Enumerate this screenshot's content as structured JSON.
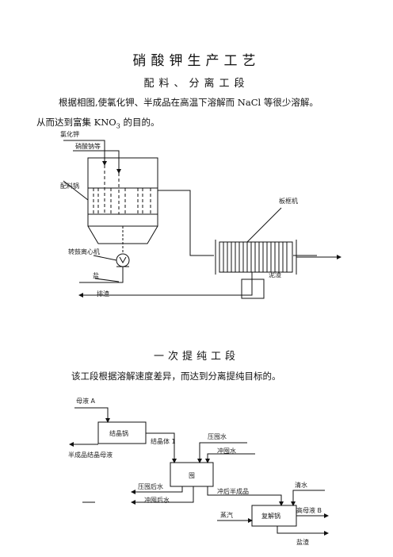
{
  "page": {
    "title": "硝酸钾生产工艺",
    "section1_title": "配料、分离工段",
    "section1_para_line1": "根据相图,使氯化钾、半成品在高温下溶解而 NaCl 等很少溶解。",
    "section1_para_line2_prefix": "从而达到富集 KNO",
    "section1_para_line2_sub": "3",
    "section1_para_line2_suffix": " 的目的。",
    "section2_title": "一次提纯工段",
    "section2_para": "该工段根据溶解速度差异，而达到分离提纯目标的。"
  },
  "diagram1": {
    "kcl": "氯化钾",
    "nitrate": "硝酸钠等",
    "mixing_tank": "配料锅",
    "filter_press": "板框机",
    "centrifuge": "转鼓离心机",
    "salt": "盐",
    "slag_out": "排渣",
    "mud": "泥渣"
  },
  "diagram2": {
    "mother_liquor_a": "母液 A",
    "crystallizer": "结晶锅",
    "crystal_1": "结晶体 1",
    "semi_mother": "半成品结晶母液",
    "press_water": "压囤水",
    "flush_water": "冲囤水",
    "tun": "囤",
    "after_press_water": "压囤后水",
    "after_flush_water": "冲囤后水",
    "flushed_semi": "冲后半成品",
    "clear_water": "清水",
    "steam": "蒸汽",
    "redissolve_tank": "复解锅",
    "high_mother_b": "高母液 B",
    "salt_slag": "盐渣"
  }
}
